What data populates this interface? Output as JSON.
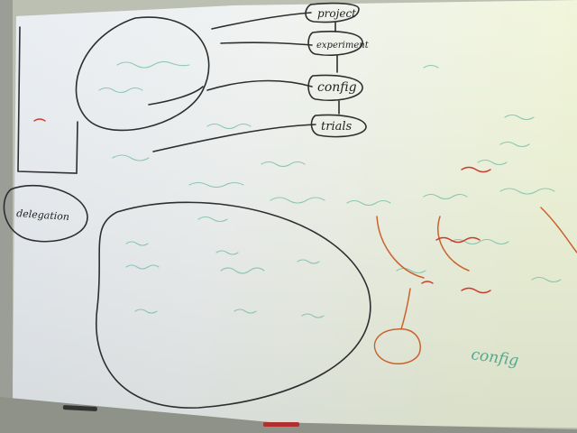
{
  "image": {
    "subject": "whiteboard",
    "palette": {
      "board_left": "#e8edf2",
      "board_right": "#eef3d6",
      "wall": "#b9bdb0",
      "ink_black": "#2a2a2a",
      "ink_green": "#4faa8a",
      "ink_orange": "#c8602a",
      "ink_red": "#cc3a2a"
    }
  },
  "notes": {
    "chain": [
      "project",
      "experiment",
      "config",
      "trials"
    ],
    "delegation": "delegation",
    "config_green": "config"
  }
}
